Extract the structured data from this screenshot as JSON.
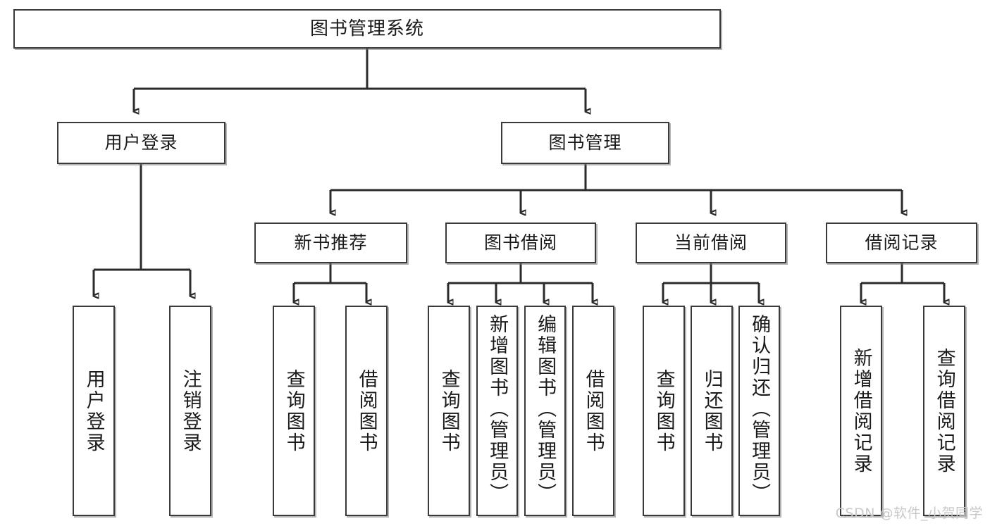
{
  "diagram": {
    "type": "tree",
    "title": "图书管理系统",
    "root": {
      "label": "图书管理系统"
    },
    "level2": [
      {
        "label": "用户登录"
      },
      {
        "label": "图书管理"
      }
    ],
    "level3": [
      {
        "label": "新书推荐"
      },
      {
        "label": "图书借阅"
      },
      {
        "label": "当前借阅"
      },
      {
        "label": "借阅记录"
      }
    ],
    "leaves": [
      {
        "label": "用户登录",
        "parent": "用户登录"
      },
      {
        "label": "注销登录",
        "parent": "用户登录"
      },
      {
        "label": "查询图书",
        "parent": "新书推荐"
      },
      {
        "label": "借阅图书",
        "parent": "新书推荐"
      },
      {
        "label": "查询图书",
        "parent": "图书借阅"
      },
      {
        "label": "新增图书（管理员）",
        "parent": "图书借阅"
      },
      {
        "label": "编辑图书（管理员）",
        "parent": "图书借阅"
      },
      {
        "label": "借阅图书",
        "parent": "图书借阅"
      },
      {
        "label": "查询图书",
        "parent": "当前借阅"
      },
      {
        "label": "归还图书",
        "parent": "当前借阅"
      },
      {
        "label": "确认归还（管理员）",
        "parent": "当前借阅"
      },
      {
        "label": "新增借阅记录",
        "parent": "借阅记录"
      },
      {
        "label": "查询借阅记录",
        "parent": "借阅记录"
      }
    ]
  },
  "watermark": {
    "text": "CSDN @软件_小贺同学"
  },
  "colors": {
    "background": "#ffffff",
    "box_fill": "#ffffff",
    "box_border": "#3a3a3a",
    "connector": "#2b2b2b",
    "text": "#1a1a1a",
    "watermark": "#c9c9c9"
  }
}
